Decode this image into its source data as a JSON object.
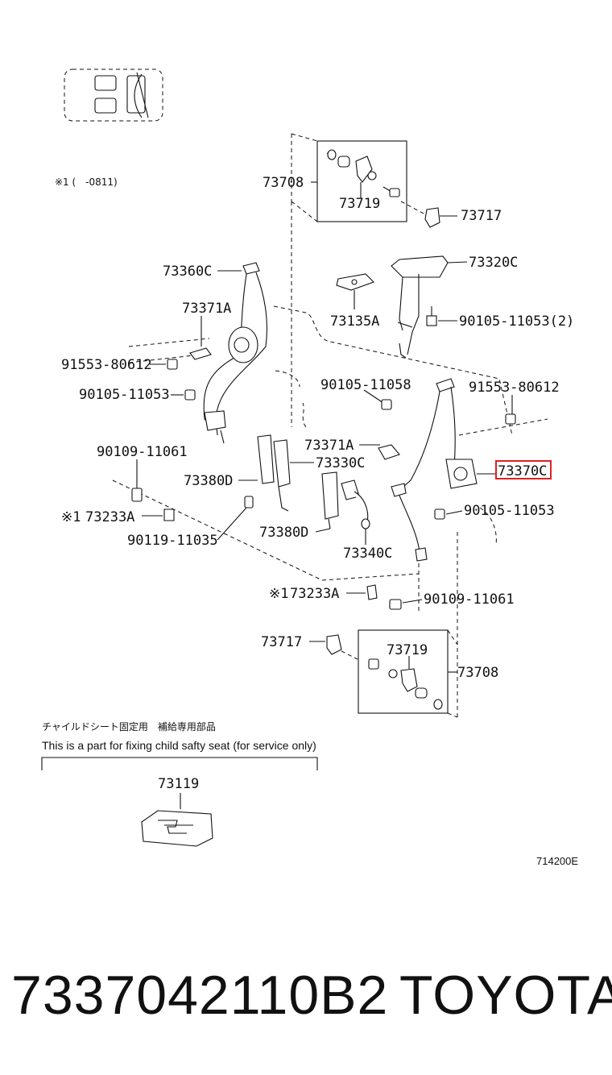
{
  "note_top": "※1 (　-0811)",
  "labels": {
    "l73708_top": "73708",
    "l73719_top": "73719",
    "l73717_top": "73717",
    "l73320c": "73320C",
    "l90105_11053_2": "90105-11053(2)",
    "l73135a": "73135A",
    "l73360c": "73360C",
    "l73371a_left": "73371A",
    "l91553_left": "91553-80612",
    "l90105_left": "90105-11053",
    "l90105_11058": "90105-11058",
    "l91553_right": "91553-80612",
    "l73371a_mid": "73371A",
    "l73330c": "73330C",
    "l73370c": "73370C",
    "l90109_left": "90109-11061",
    "l73380d_upper": "73380D",
    "l73233a_left": "73233A",
    "l90105_right": "90105-11053",
    "l90119": "90119-11035",
    "l73380d_lower": "73380D",
    "l73340c": "73340C",
    "l73233a_lower": "73233A",
    "l90109_right": "90109-11061",
    "l73717_bottom": "73717",
    "l73719_bottom": "73719",
    "l73708_bottom": "73708",
    "l73119": "73119"
  },
  "marks": {
    "ref_mark_left": "※1",
    "ref_mark_lower": "※1"
  },
  "child_seat_note": {
    "japanese": "チャイルドシート固定用　補給専用部品",
    "english": "This is a part for fixing child safty seat (for service only)"
  },
  "diagram_code": "714200E",
  "highlight": {
    "label": "73370C",
    "color": "#e02020"
  },
  "footer": {
    "part_number": "7337042110B2",
    "brand": "TOYOTA"
  }
}
